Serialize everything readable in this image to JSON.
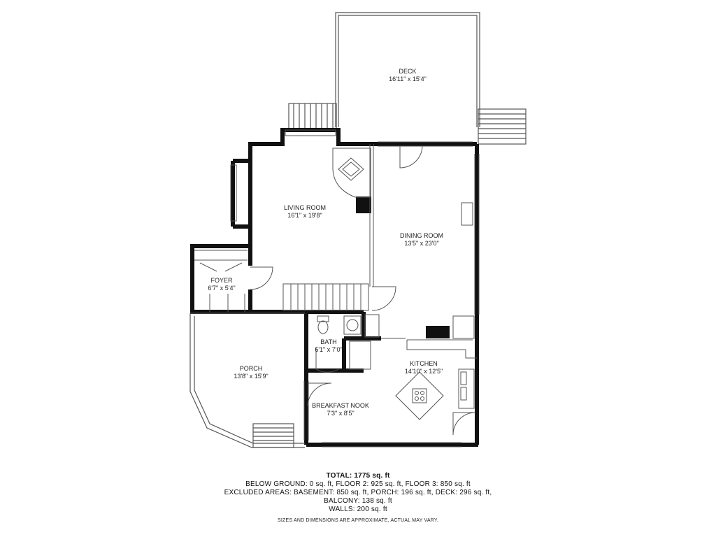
{
  "rooms": [
    {
      "name": "DECK",
      "dims": "16'11\" x 15'4\""
    },
    {
      "name": "LIVING ROOM",
      "dims": "16'1\" x 19'8\""
    },
    {
      "name": "DINING ROOM",
      "dims": "13'5\" x 23'0\""
    },
    {
      "name": "FOYER",
      "dims": "6'7\" x 5'4\""
    },
    {
      "name": "BATH",
      "dims": "6'1\" x 7'0\""
    },
    {
      "name": "KITCHEN",
      "dims": "14'10\" x 12'5\""
    },
    {
      "name": "PORCH",
      "dims": "13'8\" x 15'9\""
    },
    {
      "name": "BREAKFAST NOOK",
      "dims": "7'3\" x 8'5\""
    }
  ],
  "summary": {
    "total": "TOTAL: 1775 sq. ft",
    "line1": "BELOW GROUND: 0 sq. ft, FLOOR 2: 925 sq. ft, FLOOR 3: 850 sq. ft",
    "line2": "EXCLUDED AREAS: BASEMENT: 850 sq. ft, PORCH: 196 sq. ft, DECK: 296 sq. ft,",
    "line3": "BALCONY: 138 sq. ft",
    "line4": "WALLS: 200 sq. ft"
  },
  "disclaimer": "SIZES AND DIMENSIONS ARE APPROXIMATE, ACTUAL MAY VARY.",
  "colors": {
    "wall": "#111111",
    "line": "#555555",
    "background": "#ffffff"
  }
}
